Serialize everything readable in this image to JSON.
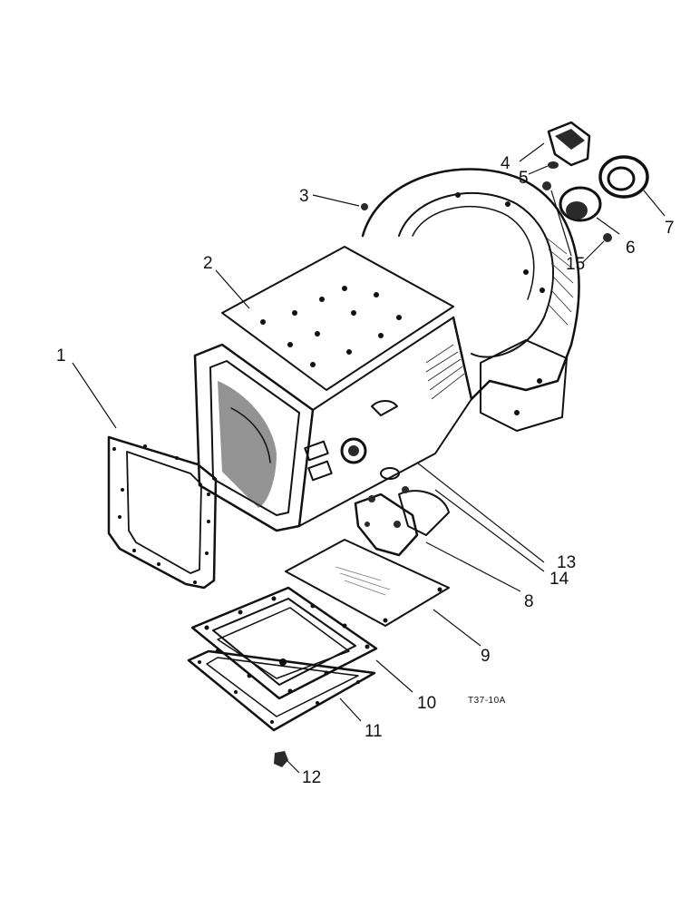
{
  "callouts": [
    {
      "n": "1"
    },
    {
      "n": "2"
    },
    {
      "n": "3"
    },
    {
      "n": "4"
    },
    {
      "n": "5"
    },
    {
      "n": "6"
    },
    {
      "n": "7"
    },
    {
      "n": "8"
    },
    {
      "n": "9"
    },
    {
      "n": "10"
    },
    {
      "n": "11"
    },
    {
      "n": "12"
    },
    {
      "n": "13"
    },
    {
      "n": "14"
    },
    {
      "n": "15"
    }
  ],
  "reference_code": "T37-10A",
  "colors": {
    "ink": "#111111",
    "paper": "#ffffff"
  }
}
